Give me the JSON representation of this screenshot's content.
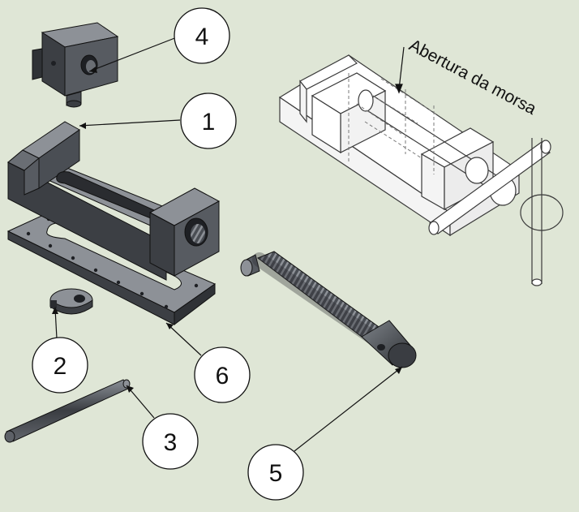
{
  "balloons": [
    {
      "number": "1",
      "part": "vise-body"
    },
    {
      "number": "2",
      "part": "small-washer"
    },
    {
      "number": "3",
      "part": "handle-rod"
    },
    {
      "number": "4",
      "part": "movable-jaw"
    },
    {
      "number": "5",
      "part": "lead-screw"
    },
    {
      "number": "6",
      "part": "base-plate"
    }
  ],
  "annotation": {
    "label": "Abertura da morsa"
  },
  "colors": {
    "background": "#dfe6d6",
    "part_fill_dark": "#3c3f44",
    "part_fill_mid": "#575b61",
    "part_fill_light": "#8d9197",
    "ink": "#111111",
    "assembly_line": "#3a3a3a",
    "assembly_hidden": "#7a7a7a"
  }
}
